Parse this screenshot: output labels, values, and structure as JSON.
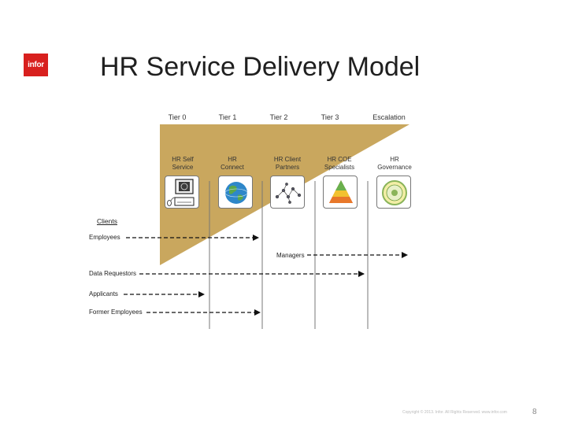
{
  "logo_text": "infor",
  "title": "HR Service Delivery Model",
  "tiers": [
    "Tier 0",
    "Tier 1",
    "Tier 2",
    "Tier 3",
    "Escalation"
  ],
  "roles": [
    {
      "line1": "HR Self",
      "line2": "Service",
      "icon": "computer-icon"
    },
    {
      "line1": "HR",
      "line2": "Connect",
      "icon": "globe-icon"
    },
    {
      "line1": "HR Client",
      "line2": "Partners",
      "icon": "network-icon"
    },
    {
      "line1": "HR COE",
      "line2": "Specialists",
      "icon": "pyramid-icon"
    },
    {
      "line1": "HR",
      "line2": "Governance",
      "icon": "seal-icon"
    }
  ],
  "clients_label": "Clients",
  "client_groups": [
    "Employees",
    "Managers",
    "Data Requestors",
    "Applicants",
    "Former Employees"
  ],
  "colors": {
    "accent": "#d8201e",
    "funnel": "#c9a75e"
  },
  "footer": "Copyright © 2013. Infor. All Rights Reserved. www.infor.com",
  "page_number": "8"
}
